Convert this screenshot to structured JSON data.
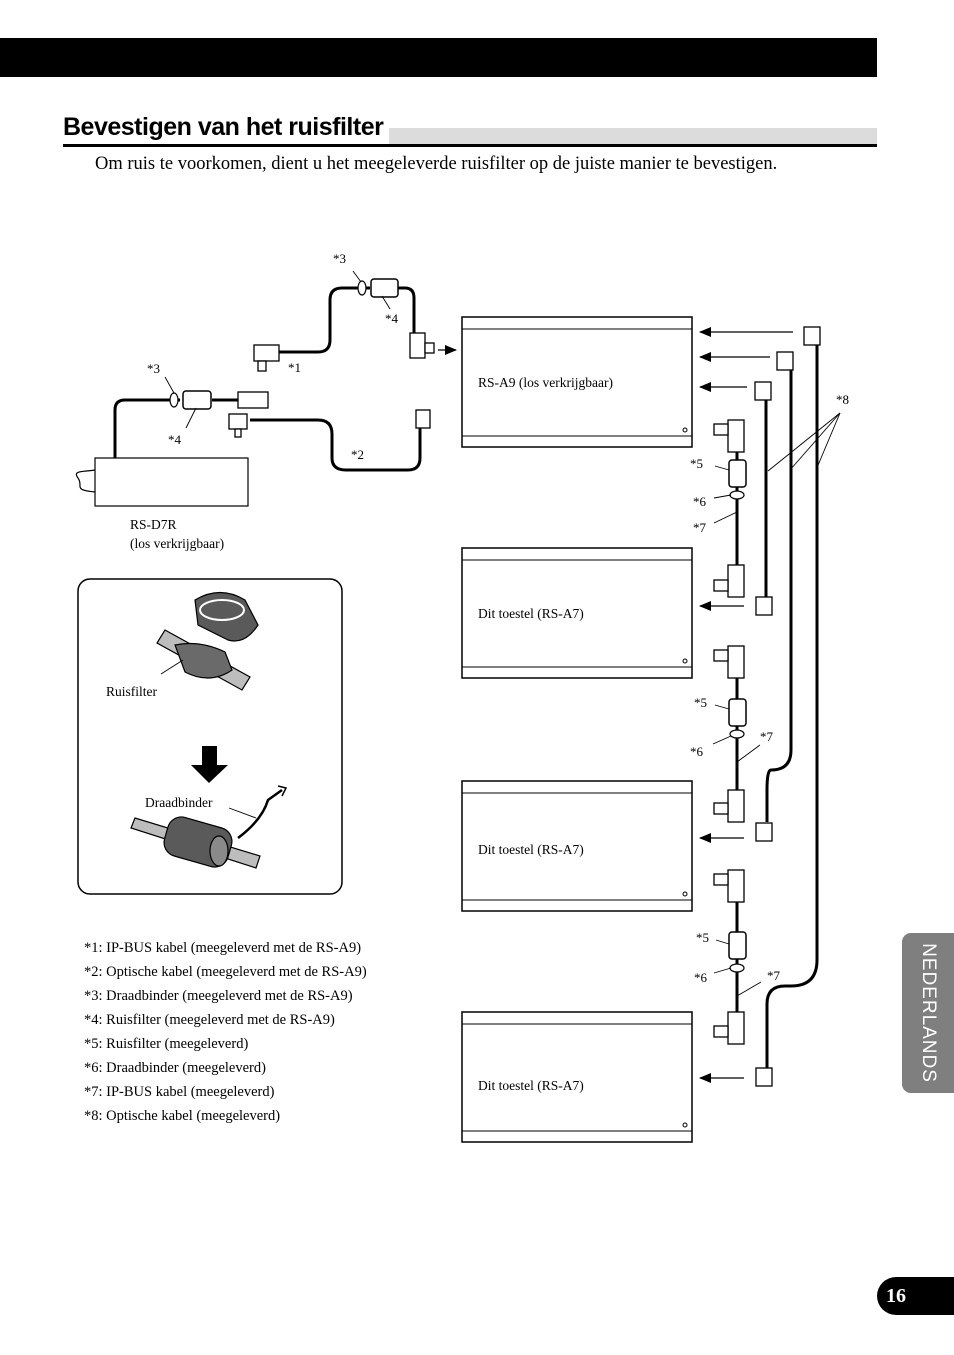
{
  "heading": "Bevestigen van het ruisfilter",
  "intro": "Om ruis te voorkomen, dient u het meegeleverde ruisfilter op de juiste manier te bevestigen.",
  "labels": {
    "rs_a9": "RS-A9 (los verkrijgbaar)",
    "unit_a7_1": "Dit toestel (RS-A7)",
    "unit_a7_2": "Dit toestel (RS-A7)",
    "unit_a7_3": "Dit toestel (RS-A7)",
    "rs_d7r_line1": "RS-D7R",
    "rs_d7r_line2": "(los verkrijgbaar)",
    "ruisfilter": "Ruisfilter",
    "draadbinder": "Draadbinder"
  },
  "callouts": {
    "c1": "*1",
    "c2": "*2",
    "c3a": "*3",
    "c3b": "*3",
    "c4a": "*4",
    "c4b": "*4",
    "c8": "*8",
    "c5a": "*5",
    "c6a": "*6",
    "c7a": "*7",
    "c5b": "*5",
    "c6b": "*6",
    "c7b": "*7",
    "c5c": "*5",
    "c6c": "*6",
    "c7c": "*7"
  },
  "legend": [
    "*1: IP-BUS kabel (meegeleverd met de RS-A9)",
    "*2: Optische kabel (meegeleverd met de RS-A9)",
    "*3: Draadbinder (meegeleverd met de RS-A9)",
    "*4: Ruisfilter (meegeleverd met de RS-A9)",
    "*5: Ruisfilter (meegeleverd)",
    "*6: Draadbinder (meegeleverd)",
    "*7: IP-BUS kabel (meegeleverd)",
    "*8: Optische kabel (meegeleverd)"
  ],
  "side_tab": "NEDERLANDS",
  "page_number": "16"
}
